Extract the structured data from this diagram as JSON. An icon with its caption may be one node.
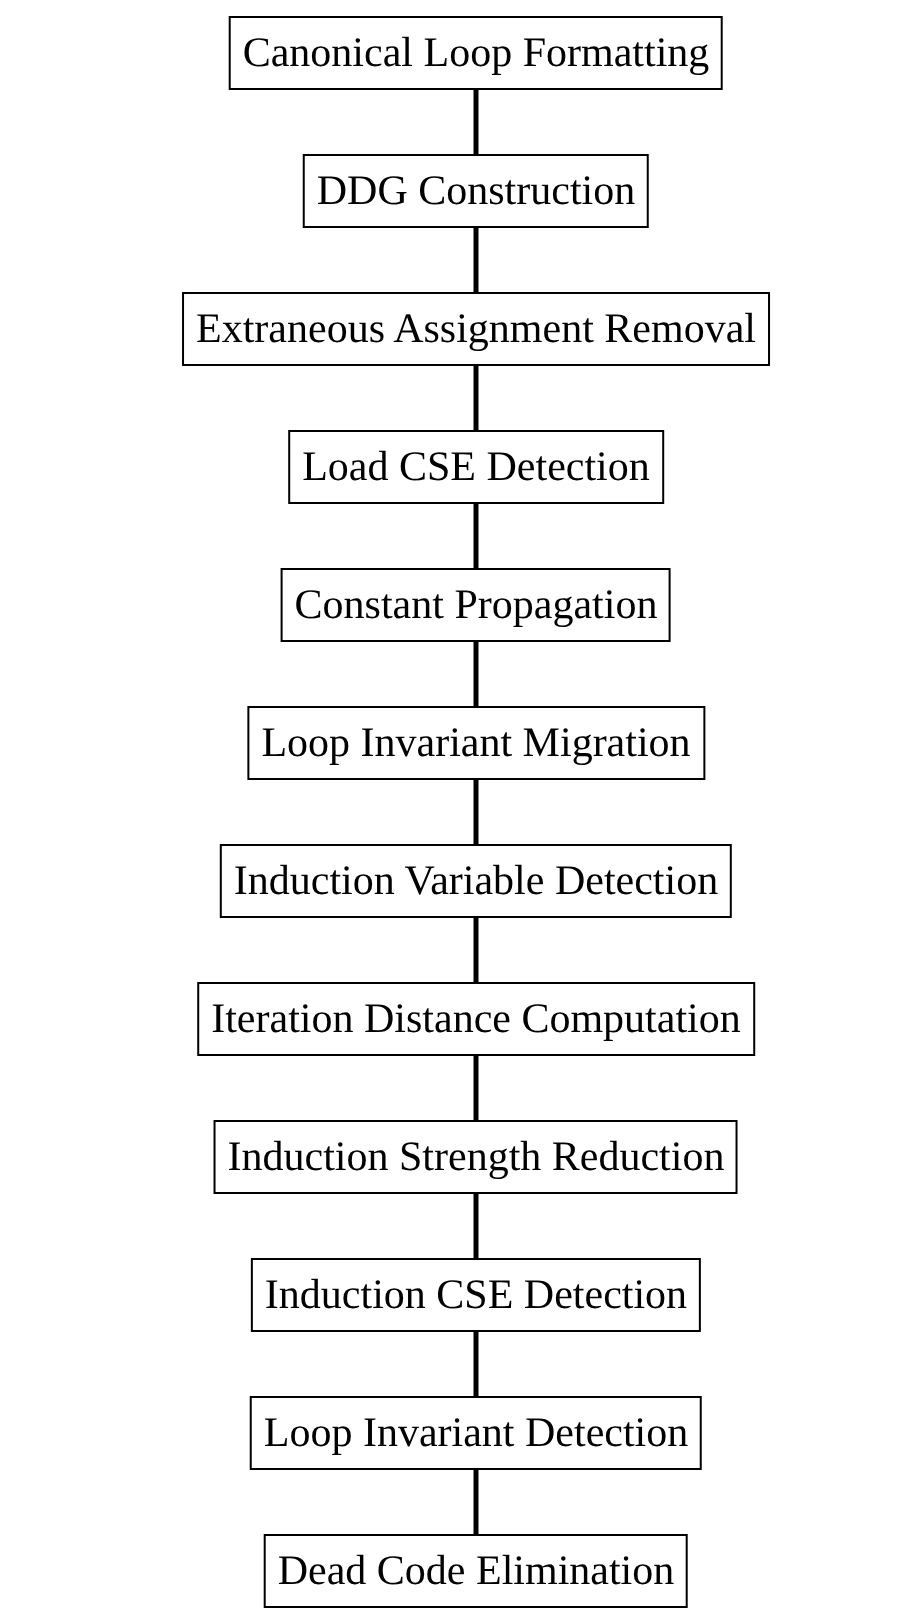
{
  "diagram": {
    "nodes": [
      {
        "text": [
          "Canonical Loop Formatting"
        ]
      },
      {
        "text": [
          "DDG Construction"
        ]
      },
      {
        "text": [
          "Extraneous Assignment Removal"
        ]
      },
      {
        "text": [
          "Load CSE Detection"
        ]
      },
      {
        "text": [
          "Constant Propagation"
        ]
      },
      {
        "text": [
          "Loop Invariant Migration"
        ]
      },
      {
        "text": [
          "Induction Variable Detection"
        ]
      },
      {
        "text": [
          "Iteration Distance Computation"
        ]
      },
      {
        "text": [
          "Induction Strength Reduction"
        ]
      },
      {
        "text": [
          "Induction CSE Detection"
        ]
      },
      {
        "text": [
          "Loop Invariant Detection"
        ]
      },
      {
        "text": [
          "Dead Code Elimination"
        ]
      }
    ],
    "edges": [
      {
        "from": 0,
        "to": 1,
        "arrow": "none"
      },
      {
        "from": 1,
        "to": 2,
        "arrow": "none"
      },
      {
        "from": 2,
        "to": 3,
        "arrow": "none"
      },
      {
        "from": 3,
        "to": 4,
        "arrow": "none"
      },
      {
        "from": 4,
        "to": 5,
        "arrow": "none"
      },
      {
        "from": 5,
        "to": 6,
        "arrow": "none"
      },
      {
        "from": 6,
        "to": 7,
        "arrow": "none"
      },
      {
        "from": 7,
        "to": 8,
        "arrow": "none"
      },
      {
        "from": 8,
        "to": 9,
        "arrow": "none"
      },
      {
        "from": 9,
        "to": 10,
        "arrow": "none"
      },
      {
        "from": 10,
        "to": 11,
        "arrow": "none"
      }
    ]
  }
}
